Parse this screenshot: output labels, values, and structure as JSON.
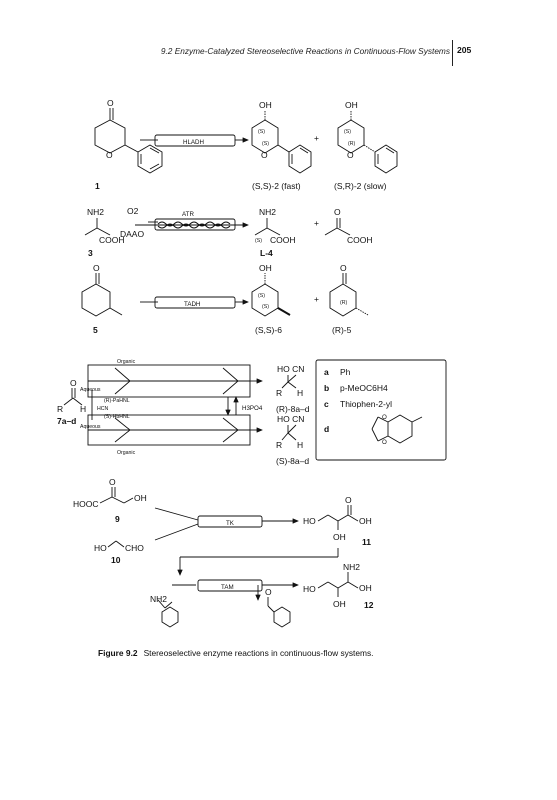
{
  "header": {
    "running_title": "9.2  Enzyme-Catalyzed Stereoselective Reactions in Continuous-Flow Systems",
    "page_number": "205"
  },
  "scheme": {
    "row1": {
      "reactor": "HLADH",
      "substrate_label": "1",
      "product_major": "(S,S)-2 (fast)",
      "product_minor": "(S,R)-2 (slow)",
      "o_label": "O",
      "oh_label": "OH",
      "s_tag": "(S)",
      "r_tag": "(R)",
      "plus": "+"
    },
    "row2": {
      "o2": "O2",
      "atr": "ATR",
      "daao": "DAAO",
      "nh2": "NH2",
      "cooh": "COOH",
      "substrate_label": "3",
      "product_label": "L-4",
      "o_label": "O",
      "s_tag": "(S)",
      "plus": "+"
    },
    "row3": {
      "reactor": "TADH",
      "substrate_label": "5",
      "product_major": "(S,S)-6",
      "product_minor": "(R)-5",
      "o_label": "O",
      "oh_label": "OH",
      "s_tag": "(S)",
      "r_tag": "(R)",
      "plus": "+"
    },
    "row4": {
      "organic": "Organic",
      "aqueous": "Aqueous",
      "pahnl": "(R)-PaHNL",
      "hcn": "HCN",
      "hbhnl": "(S)-HbHNL",
      "h3po4": "H3PO4",
      "substrate_label": "7a–d",
      "r_label": "R",
      "h_label": "H",
      "o_label": "O",
      "ho_cn": "HO  CN",
      "product_r": "(R)-8a–d",
      "product_s": "(S)-8a–d",
      "legend": [
        {
          "key": "a",
          "value": "Ph"
        },
        {
          "key": "b",
          "value": "p-MeOC6H4"
        },
        {
          "key": "c",
          "value": "Thiophen-2-yl"
        },
        {
          "key": "d",
          "value": ""
        }
      ]
    },
    "row5": {
      "hooc": "HOOC",
      "oh": "OH",
      "ho": "HO",
      "cho": "CHO",
      "o_label": "O",
      "label_9": "9",
      "label_10": "10",
      "reactor_tk": "TK",
      "label_11": "11",
      "reactor_tam": "TAM",
      "nh2": "NH2",
      "label_12": "12"
    }
  },
  "caption": {
    "figure": "Figure 9.2",
    "text": "Stereoselective enzyme reactions in continuous-flow systems."
  }
}
